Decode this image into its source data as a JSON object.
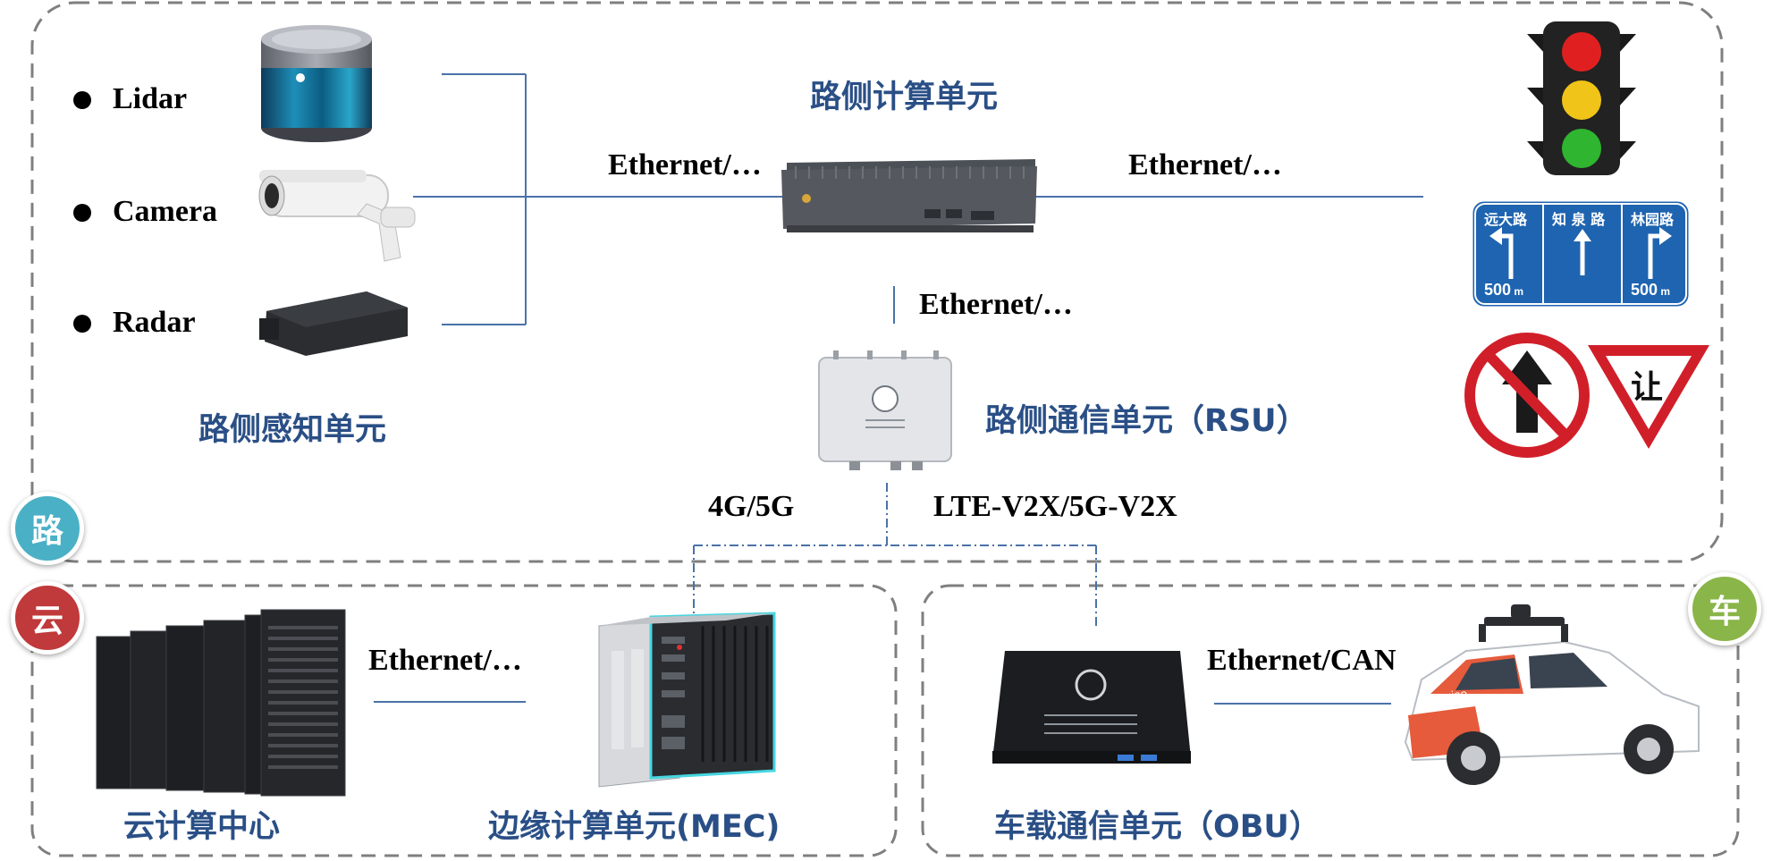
{
  "sensors": {
    "lidar_label": "Lidar",
    "camera_label": "Camera",
    "radar_label": "Radar",
    "unit_title": "路侧感知单元"
  },
  "roadside_compute": {
    "title": "路侧计算单元",
    "left_link": "Ethernet/…",
    "right_link": "Ethernet/…",
    "down_link": "Ethernet/…"
  },
  "rsu": {
    "title": "路侧通信单元（RSU）",
    "link_4g": "4G/5G",
    "link_v2x": "LTE-V2X/5G-V2X"
  },
  "signs": {
    "guide": [
      {
        "top": "远大路",
        "bottom": "500"
      },
      {
        "top": "知 泉 路",
        "bottom": ""
      },
      {
        "top": "林园路",
        "bottom": "500"
      }
    ],
    "yield_text": "让"
  },
  "cloud": {
    "center_title": "云计算中心",
    "link": "Ethernet/…",
    "mec_title": "边缘计算单元(MEC)"
  },
  "vehicle": {
    "obu_title": "车载通信单元（OBU）",
    "link": "Ethernet/CAN",
    "car_brand": "cruise"
  },
  "badges": {
    "road": "路",
    "cloud": "云",
    "vehicle": "车"
  },
  "colors": {
    "title_blue": "#2a4f86",
    "line_blue": "#4a72a8",
    "badge_road": "#4ab0c6",
    "badge_cloud": "#c0393b",
    "badge_vehicle": "#8ab548",
    "dash_gray": "#7f7f7f"
  }
}
